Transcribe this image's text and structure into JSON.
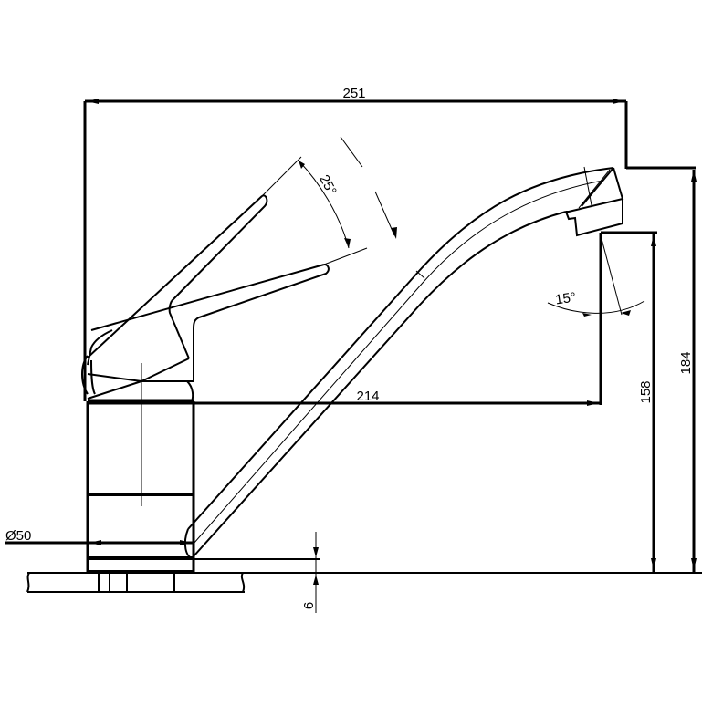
{
  "diagram": {
    "subject": "Single-lever kitchen faucet, side elevation with dimensions",
    "colors": {
      "line": "#000000",
      "background": "#ffffff"
    },
    "dimensions": {
      "overall_width": "251",
      "spout_reach": "214",
      "spout_height": "158",
      "overall_height": "184",
      "base_diameter": "Ø50",
      "deck_offset": "6",
      "lever_angle": "25°",
      "spout_head_angle": "15°"
    }
  }
}
